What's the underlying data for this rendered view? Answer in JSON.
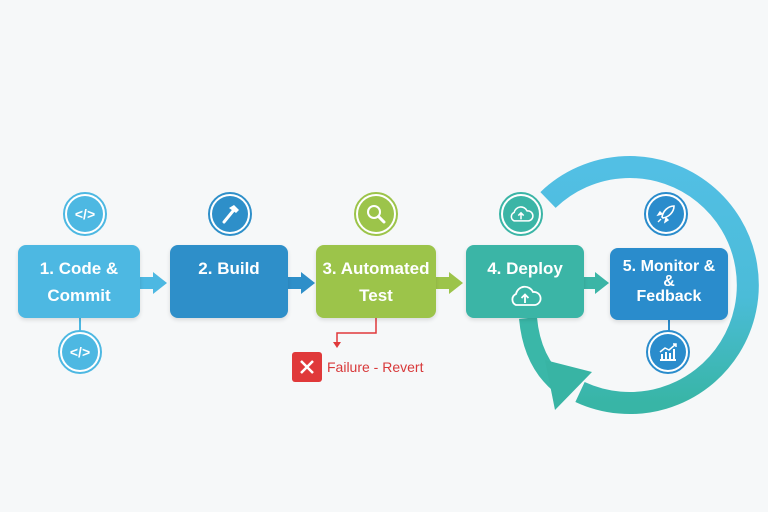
{
  "steps": [
    {
      "label_line1": "1. Code &",
      "label_line2": "Commit",
      "color": "#4db8e2",
      "icon_top": "code-icon",
      "icon_bottom": "code-icon",
      "icon_text": "</>"
    },
    {
      "label_line1": "2. Build",
      "label_line2": "",
      "color": "#2e8fc9",
      "icon_top": "hammer-icon"
    },
    {
      "label_line1": "3. Automated",
      "label_line2": "Test",
      "color": "#9cc44a",
      "icon_top": "magnifier-icon"
    },
    {
      "label_line1": "4. Deploy",
      "label_line2": "",
      "color": "#3bb5a6",
      "icon_top": "cloud-upload-icon",
      "inline_icon": "cloud-upload-icon"
    },
    {
      "label_line1": "5. Monitor &",
      "label_line2": "&",
      "label_line3": "Fedback",
      "color": "#2a8ccc",
      "icon_top": "rocket-icon",
      "icon_bottom": "bar-chart-icon"
    }
  ],
  "failure": {
    "label": "Failure - Revert",
    "color": "#e0393a",
    "icon": "x-icon"
  },
  "loop": {
    "color_top": "#4fbde3",
    "color_bottom": "#3ab7a8"
  }
}
